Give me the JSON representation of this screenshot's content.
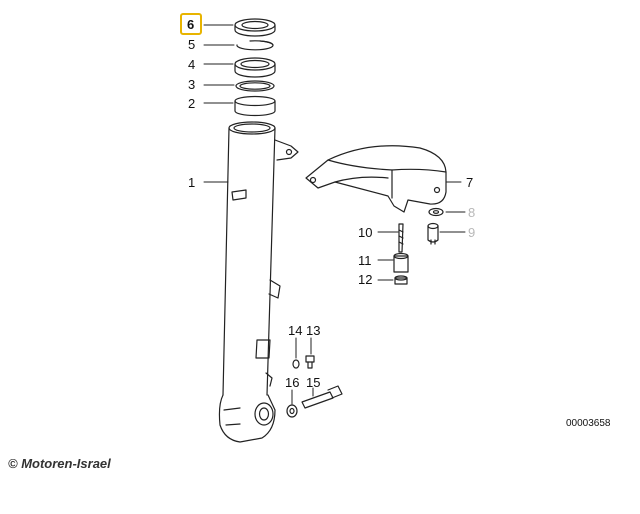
{
  "diagram": {
    "drawing_id": "00003658",
    "copyright": "© Motoren-Israel",
    "selected_callout": "6",
    "callouts": [
      {
        "id": "6",
        "label": "6",
        "highlighted": true
      },
      {
        "id": "5",
        "label": "5"
      },
      {
        "id": "4",
        "label": "4"
      },
      {
        "id": "3",
        "label": "3"
      },
      {
        "id": "2",
        "label": "2"
      },
      {
        "id": "1",
        "label": "1"
      },
      {
        "id": "7",
        "label": "7"
      },
      {
        "id": "8",
        "label": "8",
        "dimmed": true
      },
      {
        "id": "9",
        "label": "9",
        "dimmed": true
      },
      {
        "id": "10",
        "label": "10"
      },
      {
        "id": "11",
        "label": "11"
      },
      {
        "id": "12",
        "label": "12"
      },
      {
        "id": "14",
        "label": "14"
      },
      {
        "id": "13",
        "label": "13"
      },
      {
        "id": "16",
        "label": "16"
      },
      {
        "id": "15",
        "label": "15"
      }
    ]
  }
}
